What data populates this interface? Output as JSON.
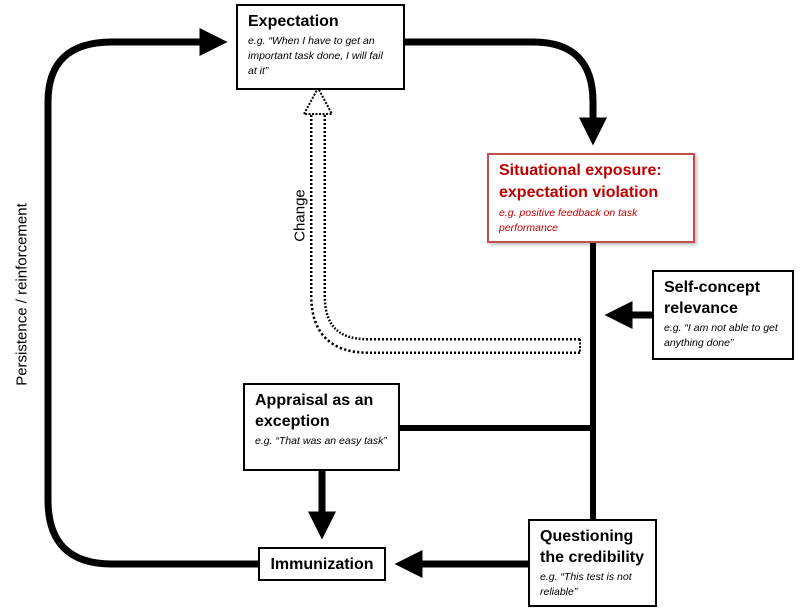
{
  "boxes": {
    "expectation": {
      "title": "Expectation",
      "example": "e.g. “When I have to get an important task done, I will fail at it”"
    },
    "situational": {
      "title_line1": "Situational exposure:",
      "title_line2": "expectation violation",
      "example": "e.g. positive feedback on task performance"
    },
    "self_concept": {
      "title_line1": "Self-concept",
      "title_line2": "relevance",
      "example": "e.g. “I am not able to get anything done”"
    },
    "appraisal": {
      "title_line1": "Appraisal as an",
      "title_line2": "exception",
      "example": "e.g. “That was an easy task”"
    },
    "immunization": {
      "title": "Immunization"
    },
    "questioning": {
      "title_line1": "Questioning",
      "title_line2": "the credibility",
      "example": "e.g. “This test is not reliable”"
    }
  },
  "labels": {
    "persistence": "Persistence / reinforcement",
    "change": "Change"
  },
  "colors": {
    "line": "#000000",
    "highlight_border": "#c0504d",
    "highlight_text": "#c00000"
  }
}
